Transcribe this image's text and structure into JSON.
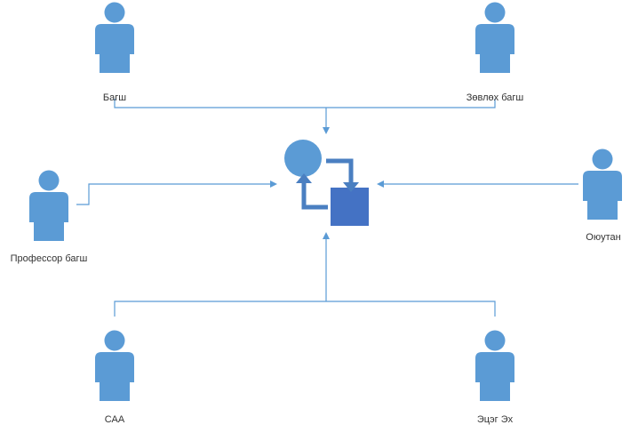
{
  "colors": {
    "person": "#5b9bd5",
    "connector": "#5b9bd5",
    "hub_circle": "#5b9bd5",
    "hub_square": "#4472c4",
    "hub_arrow": "#4a7fc1"
  },
  "hub": {
    "icon": "process-cycle-icon"
  },
  "actors": [
    {
      "id": "bagsh",
      "label": "Багш",
      "icon": "person-icon"
    },
    {
      "id": "zovlokh-bagsh",
      "label": "Зөвлөх багш",
      "icon": "person-icon"
    },
    {
      "id": "professor-bagsh",
      "label": "Профессор багш",
      "icon": "person-icon"
    },
    {
      "id": "oyutan",
      "label": "Оюутан",
      "icon": "person-icon"
    },
    {
      "id": "saa",
      "label": "САА",
      "icon": "person-icon"
    },
    {
      "id": "etseg-ekh",
      "label": "Эцэг Эх",
      "icon": "person-icon"
    }
  ]
}
